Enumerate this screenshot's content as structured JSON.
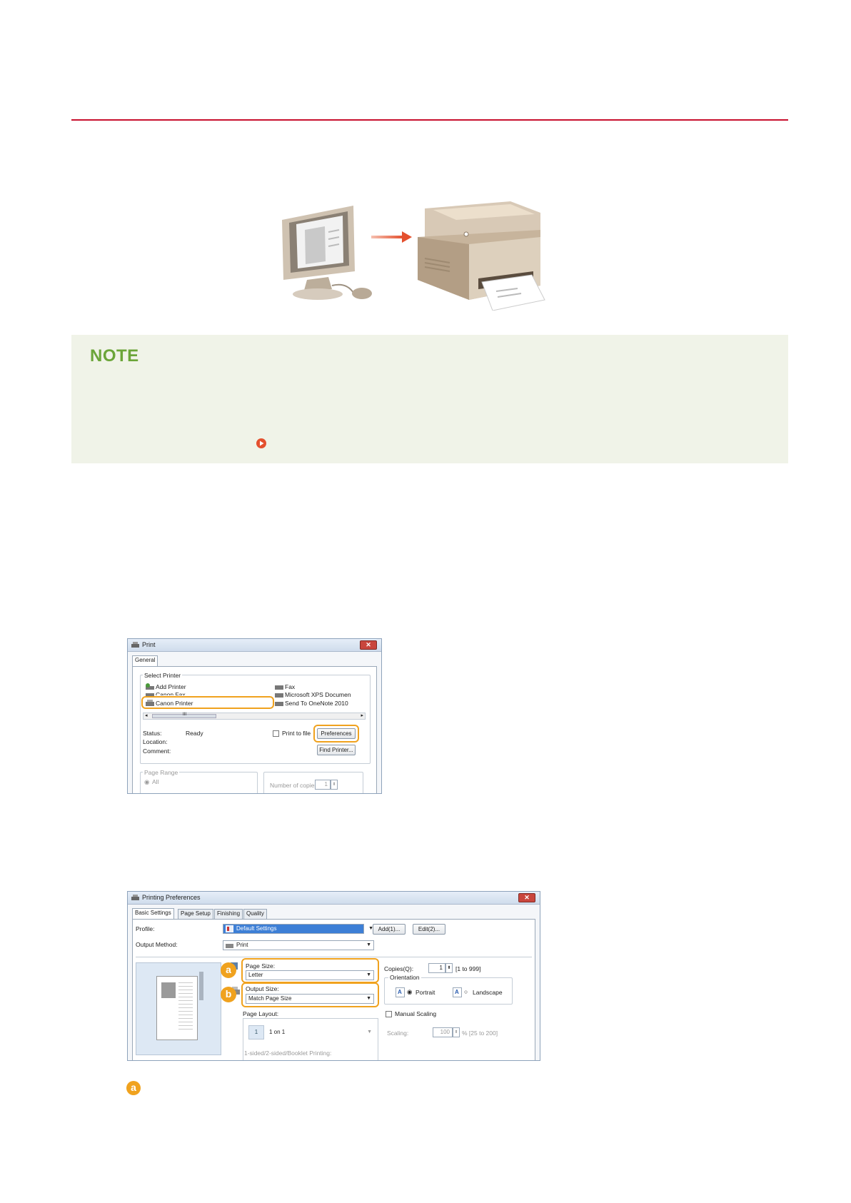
{
  "print_dialog": {
    "title": "Print",
    "tab": "General",
    "select_printer_label": "Select Printer",
    "printers_left": [
      "Add Printer",
      "Canon Fax",
      "Canon Printer"
    ],
    "printers_right": [
      "Fax",
      "Microsoft XPS Documen",
      "Send To OneNote 2010"
    ],
    "scroll_mark": "III",
    "status_label": "Status:",
    "status_value": "Ready",
    "location_label": "Location:",
    "comment_label": "Comment:",
    "print_to_file": "Print to file",
    "preferences_button": "Preferences",
    "find_printer_button": "Find Printer...",
    "page_range_label": "Page Range",
    "all_option": "All",
    "copies_label": "Number of copies:",
    "copies_value": "1",
    "close_glyph": "✕"
  },
  "prefs_dialog": {
    "title": "Printing Preferences",
    "tabs": [
      "Basic Settings",
      "Page Setup",
      "Finishing",
      "Quality"
    ],
    "profile_label": "Profile:",
    "profile_value": "Default Settings",
    "add_button": "Add(1)...",
    "edit_button": "Edit(2)...",
    "output_method_label": "Output Method:",
    "output_method_value": "Print",
    "page_size_label": "Page Size:",
    "page_size_value": "Letter",
    "output_size_label": "Output Size:",
    "output_size_value": "Match Page Size",
    "page_layout_label": "Page Layout:",
    "page_layout_value": "1 on 1",
    "page_layout_num": "1",
    "sided_label": "1-sided/2-sided/Booklet Printing:",
    "copies_label": "Copies(Q):",
    "copies_value": "1",
    "copies_range": "[1 to 999]",
    "orientation_label": "Orientation",
    "portrait": "Portrait",
    "landscape": "Landscape",
    "orientation_glyph": "A",
    "manual_scaling": "Manual Scaling",
    "scaling_label": "Scaling:",
    "scaling_value": "100",
    "scaling_range": "% [25 to 200]",
    "close_glyph": "✕"
  },
  "callouts": {
    "a": "a",
    "b": "b"
  },
  "colors": {
    "accent": "#c8102e",
    "note_bg": "#f0f3e8",
    "note_title": "#6ba539",
    "highlight": "#f0a21e"
  }
}
